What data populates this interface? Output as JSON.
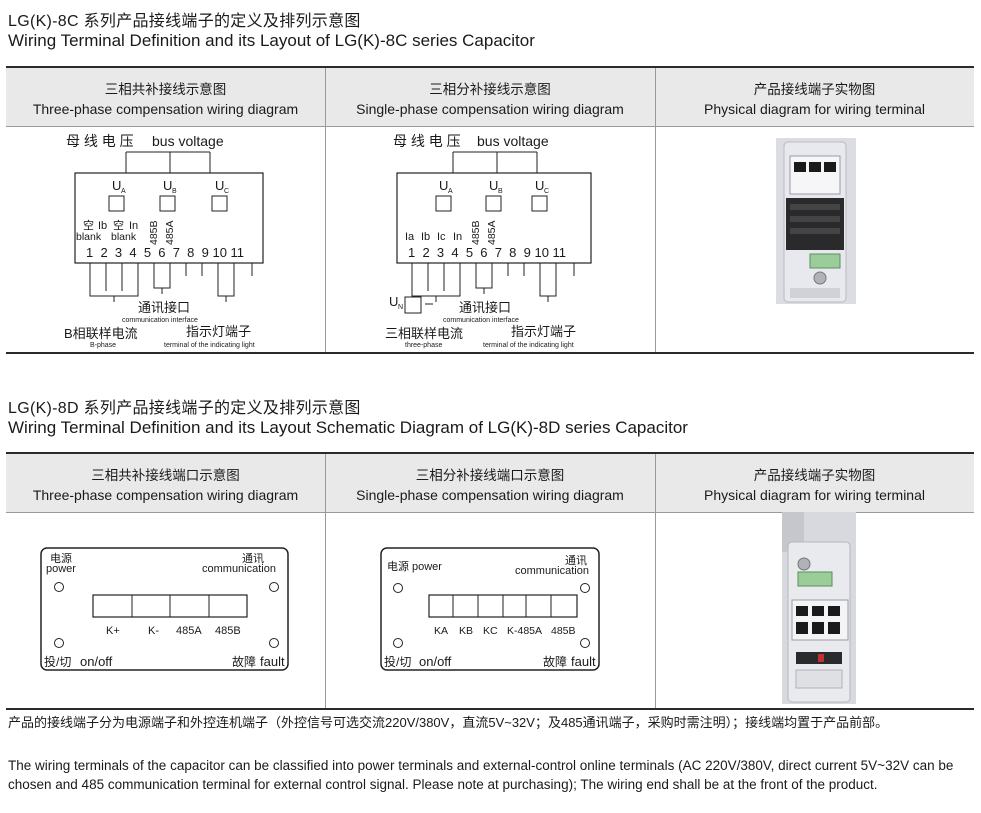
{
  "sec1": {
    "title_cn": "LG(K)-8C 系列产品接线端子的定义及排列示意图",
    "title_en": "Wiring Terminal Definition and its Layout of LG(K)-8C series Capacitor",
    "col1": {
      "cn": "三相共补接线示意图",
      "en": "Three-phase compensation wiring diagram"
    },
    "col2": {
      "cn": "三相分补接线示意图",
      "en": "Single-phase compensation wiring diagram"
    },
    "col3": {
      "cn": "产品接线端子实物图",
      "en": "Physical diagram for wiring terminal"
    },
    "d1": {
      "bus_cn": "母 线 电 压",
      "bus_en": "bus voltage",
      "ua": "U",
      "ub": "U",
      "uc": "U",
      "sub_a": "A",
      "sub_b": "B",
      "sub_c": "C",
      "t1": "空",
      "t1b": "blank",
      "t2": "Ib",
      "t3": "空",
      "t3b": "blank",
      "t4": "In",
      "t5": "485B",
      "t6": "485A",
      "nums": "1  2  3  4  5  6  7  8  9 10 11",
      "comm_cn": "通讯接口",
      "comm_en": "communication interface",
      "bphase_cn": "B相联样电流",
      "bphase_en": "B-phase",
      "light_cn": "指示灯端子",
      "light_en": "terminal of the indicating light"
    },
    "d2": {
      "bus_cn": "母 线 电 压",
      "bus_en": "bus voltage",
      "ua": "U",
      "ub": "U",
      "uc": "U",
      "sub_a": "A",
      "sub_b": "B",
      "sub_c": "C",
      "t1": "Ia",
      "t2": "Ib",
      "t3": "Ic",
      "t4": "In",
      "t5": "485B",
      "t6": "485A",
      "nums": "1  2  3  4  5  6  7  8  9 10 11",
      "un": "U",
      "un_sub": "N",
      "comm_cn": "通讯接口",
      "comm_en": "communication interface",
      "three_cn": "三相联样电流",
      "three_en": "three-phase",
      "light_cn": "指示灯端子",
      "light_en": "terminal of the indicating light"
    }
  },
  "sec2": {
    "title_cn": "LG(K)-8D 系列产品接线端子的定义及排列示意图",
    "title_en": "Wiring Terminal Definition and its Layout Schematic Diagram of LG(K)-8D series Capacitor",
    "col1": {
      "cn": "三相共补接线端口示意图",
      "en": "Three-phase compensation wiring diagram"
    },
    "col2": {
      "cn": "三相分补接线端口示意图",
      "en": "Single-phase compensation wiring diagram"
    },
    "col3": {
      "cn": "产品接线端子实物图",
      "en": "Physical diagram for wiring terminal"
    },
    "p1": {
      "power_cn": "电源",
      "power_en": "power",
      "comm_cn": "通讯",
      "comm_en": "communication",
      "onoff_cn": "投/切",
      "onoff_en": "on/off",
      "fault_cn": "故障",
      "fault_en": "fault",
      "labels": [
        "K+",
        "K-",
        "485A",
        "485B"
      ]
    },
    "p2": {
      "power_cn": "电源",
      "power_en": "power",
      "comm_cn": "通讯",
      "comm_en": "communication",
      "onoff_cn": "投/切",
      "onoff_en": "on/off",
      "fault_cn": "故障",
      "fault_en": "fault",
      "labels": [
        "KA",
        "KB",
        "KC",
        "K-485A",
        "485B"
      ]
    }
  },
  "footer": {
    "cn": "产品的接线端子分为电源端子和外控连机端子（外控信号可选交流220V/380V，直流5V~32V；及485通讯端子，采购时需注明）；接线端均置于产品前部。",
    "en": "The wiring terminals of the capacitor can be classified into power terminals and external-control online terminals (AC 220V/380V, direct current 5V~32V can be chosen and 485 communication terminal for external control signal. Please note at purchasing); The wiring end shall be at the front of the product."
  }
}
